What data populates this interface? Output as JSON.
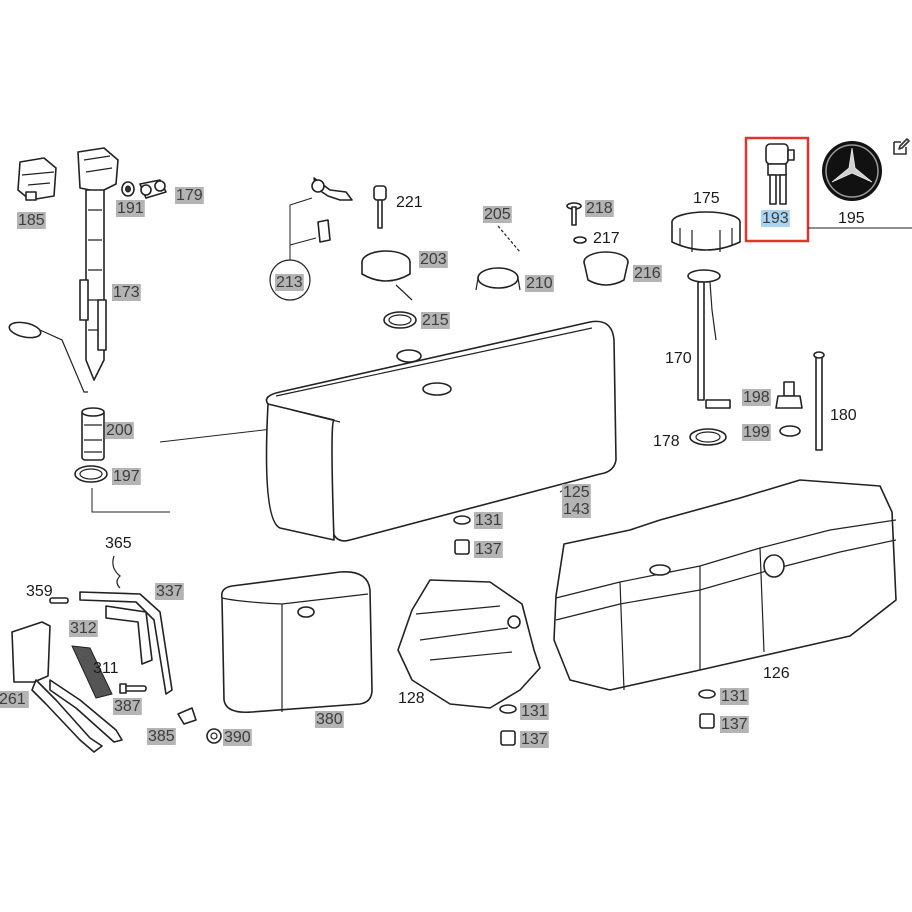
{
  "labels": [
    {
      "id": "185",
      "text": "185",
      "link": true
    },
    {
      "id": "191",
      "text": "191",
      "link": true
    },
    {
      "id": "179",
      "text": "179",
      "link": true
    },
    {
      "id": "173",
      "text": "173",
      "link": true
    },
    {
      "id": "200",
      "text": "200",
      "link": true
    },
    {
      "id": "197",
      "text": "197",
      "link": true
    },
    {
      "id": "221",
      "text": "221",
      "link": false
    },
    {
      "id": "213",
      "text": "213",
      "link": true
    },
    {
      "id": "203",
      "text": "203",
      "link": true
    },
    {
      "id": "215",
      "text": "215",
      "link": true
    },
    {
      "id": "205",
      "text": "205",
      "link": true
    },
    {
      "id": "210",
      "text": "210",
      "link": true
    },
    {
      "id": "218",
      "text": "218",
      "link": true
    },
    {
      "id": "217",
      "text": "217",
      "link": false
    },
    {
      "id": "216",
      "text": "216",
      "link": true
    },
    {
      "id": "175",
      "text": "175",
      "link": false
    },
    {
      "id": "193",
      "text": "193",
      "link": true,
      "selected": true
    },
    {
      "id": "195",
      "text": "195",
      "link": false
    },
    {
      "id": "170",
      "text": "170",
      "link": false
    },
    {
      "id": "198",
      "text": "198",
      "link": true
    },
    {
      "id": "180",
      "text": "180",
      "link": false
    },
    {
      "id": "199",
      "text": "199",
      "link": true
    },
    {
      "id": "178",
      "text": "178",
      "link": false
    },
    {
      "id": "125",
      "text": "125",
      "link": true
    },
    {
      "id": "143",
      "text": "143",
      "link": true
    },
    {
      "id": "131a",
      "text": "131",
      "link": true
    },
    {
      "id": "137a",
      "text": "137",
      "link": true
    },
    {
      "id": "365",
      "text": "365",
      "link": false
    },
    {
      "id": "359",
      "text": "359",
      "link": false
    },
    {
      "id": "337",
      "text": "337",
      "link": true
    },
    {
      "id": "312",
      "text": "312",
      "link": true
    },
    {
      "id": "311",
      "text": "311",
      "link": false
    },
    {
      "id": "261",
      "text": "261",
      "link": true
    },
    {
      "id": "387",
      "text": "387",
      "link": true
    },
    {
      "id": "385",
      "text": "385",
      "link": true
    },
    {
      "id": "390",
      "text": "390",
      "link": true
    },
    {
      "id": "380",
      "text": "380",
      "link": true
    },
    {
      "id": "128",
      "text": "128",
      "link": false
    },
    {
      "id": "131b",
      "text": "131",
      "link": true
    },
    {
      "id": "137b",
      "text": "137",
      "link": true
    },
    {
      "id": "126",
      "text": "126",
      "link": false
    },
    {
      "id": "131c",
      "text": "131",
      "link": true
    },
    {
      "id": "137c",
      "text": "137",
      "link": true
    }
  ],
  "colors": {
    "selection_box": "#e0342f",
    "selected_label_bg": "#a9d3f0",
    "link_label_bg": "#b4b4b4",
    "line": "#222222"
  },
  "icons": {
    "edit": "edit-pencil-icon",
    "brand": "mercedes-star-logo"
  }
}
